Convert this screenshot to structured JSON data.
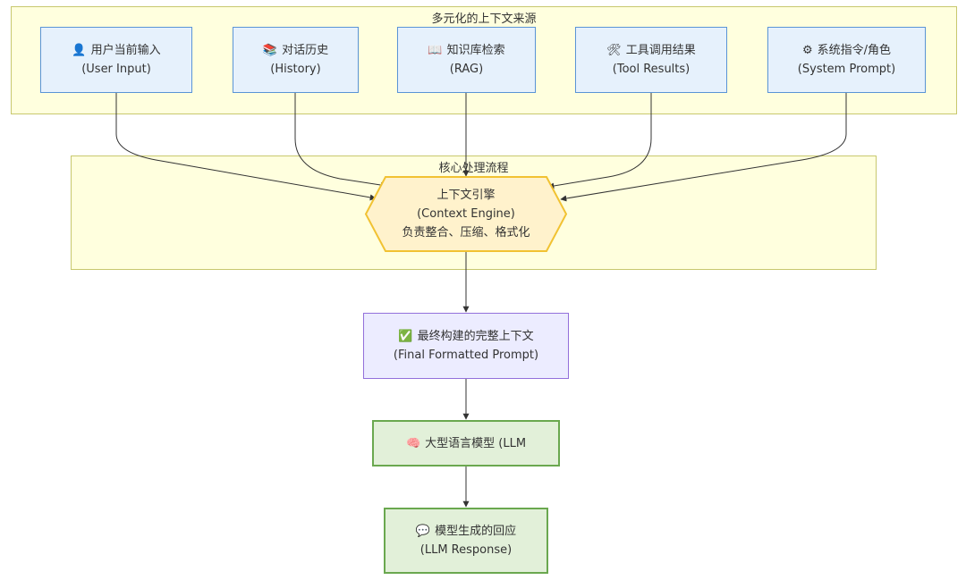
{
  "clusters": {
    "sources_title": "多元化的上下文来源",
    "core_title": "核心处理流程"
  },
  "sources": [
    {
      "icon": "👤",
      "icon_name": "user-icon",
      "title": "用户当前输入",
      "subtitle": "(User Input)"
    },
    {
      "icon": "📚",
      "icon_name": "books-icon",
      "title": "对话历史",
      "subtitle": "(History)"
    },
    {
      "icon": "📖",
      "icon_name": "open-book-icon",
      "title": "知识库检索",
      "subtitle": "(RAG)"
    },
    {
      "icon": "🛠",
      "icon_name": "tools-icon",
      "title": "工具调用结果",
      "subtitle": "(Tool Results)"
    },
    {
      "icon": "⚙",
      "icon_name": "gear-icon",
      "title": "系统指令/角色",
      "subtitle": "(System Prompt)"
    }
  ],
  "engine": {
    "line1": "上下文引擎",
    "line2": "(Context Engine)",
    "line3": "负责整合、压缩、格式化"
  },
  "final_prompt": {
    "icon": "✅",
    "icon_name": "check-mark-icon",
    "title": "最终构建的完整上下文",
    "subtitle": "(Final Formatted Prompt)"
  },
  "llm": {
    "icon": "🧠",
    "icon_name": "brain-icon",
    "title": "大型语言模型 (LLM"
  },
  "response": {
    "icon": "💬",
    "icon_name": "speech-bubble-icon",
    "title": "模型生成的回应",
    "subtitle": "(LLM Response)"
  },
  "colors": {
    "cluster_fill": "#ffffde",
    "cluster_border": "#c8c86e",
    "source_fill": "#e6f1fc",
    "source_border": "#5a94d6",
    "engine_fill": "#fff2cc",
    "engine_border": "#f1c232",
    "final_fill": "#ececff",
    "final_border": "#9370db",
    "green_fill": "#e2f0d9",
    "green_border": "#6aa84f",
    "edge": "#333333"
  }
}
